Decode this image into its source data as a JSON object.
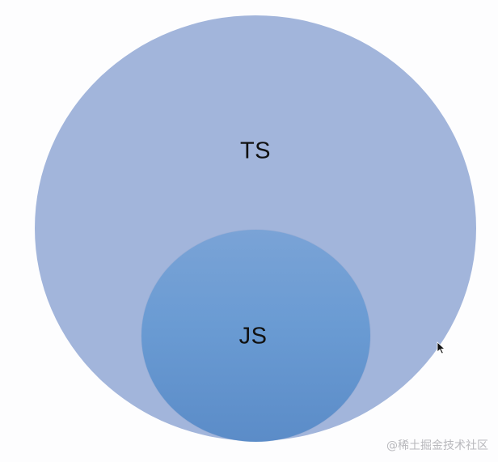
{
  "diagram": {
    "type": "nested-set (Euler) diagram",
    "outer_set": {
      "label": "TS",
      "color": "#a2b5db"
    },
    "inner_set": {
      "label": "JS",
      "color": "#6a9bd3"
    },
    "relationship": "JS is a subset of TS"
  },
  "watermark": {
    "text": "@稀土掘金技术社区"
  },
  "cursor": {
    "icon": "mouse-pointer-icon"
  }
}
